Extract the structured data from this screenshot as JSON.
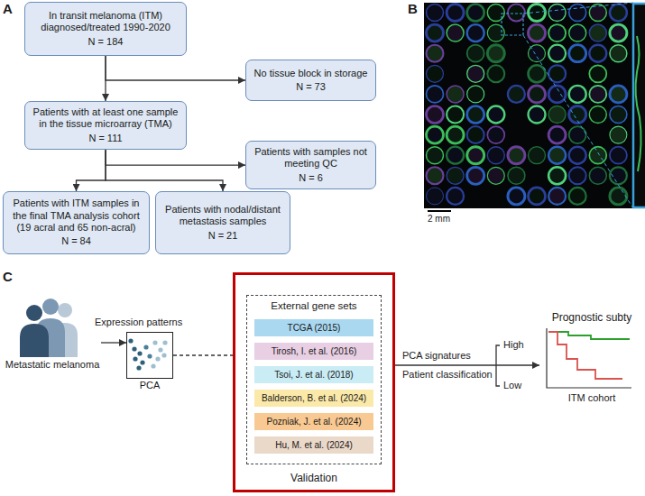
{
  "diagram": {
    "nodes": [
      {
        "text": [
          "In transit melanoma (ITM) diagnosed/treated 1990-2020",
          "N = 184"
        ]
      },
      {
        "text": [
          "No tissue block in storage",
          "N = 73"
        ]
      },
      {
        "text": [
          "Patients with at least one sample in the tissue microarray (TMA)",
          "N = 111"
        ]
      },
      {
        "text": [
          "Patients with samples not meeting QC",
          "N = 6"
        ]
      },
      {
        "text": [
          "Patients with ITM samples in the final TMA analysis cohort (19 acral and 65 non-acral)",
          "N = 84"
        ]
      },
      {
        "text": [
          "Patients with nodal/distant metastasis samples",
          "N = 21"
        ]
      },
      {
        "text": [
          "Metastatic melanoma"
        ]
      },
      {
        "text": [
          "PCA"
        ]
      },
      {
        "text": [
          "Validation"
        ]
      },
      {
        "text": [
          "External gene sets"
        ],
        "in": 8
      },
      {
        "text": [
          "TCGA (2015)"
        ],
        "in": 9
      },
      {
        "text": [
          "Tirosh, I. et al. (2016)"
        ],
        "in": 9
      },
      {
        "text": [
          "Tsoi, J. et al. (2018)"
        ],
        "in": 9
      },
      {
        "text": [
          "Balderson, B. et al. (2024)"
        ],
        "in": 9
      },
      {
        "text": [
          "Pozniak, J. et al. (2024)"
        ],
        "in": 9
      },
      {
        "text": [
          "Hu, M. et al. (2024)"
        ],
        "in": 9
      },
      {
        "text": [
          "Prognostic subty",
          "ITM cohort"
        ]
      }
    ],
    "edges": [
      {
        "from": 0,
        "to": 2,
        "arrow": "to"
      },
      {
        "from": 0,
        "to": 1,
        "arrow": "to"
      },
      {
        "from": 2,
        "to": 3,
        "arrow": "to"
      },
      {
        "from": 2,
        "to": 4,
        "arrow": "to"
      },
      {
        "from": 2,
        "to": 5,
        "arrow": "to"
      },
      {
        "from": 6,
        "to": 7,
        "label": "Expression patterns",
        "arrow": "to"
      },
      {
        "from": 7,
        "to": 8,
        "arrow": "none"
      },
      {
        "from": 8,
        "to": 16,
        "arrow": "to"
      }
    ],
    "labels": [
      "A",
      "B",
      "C",
      "2 mm",
      "PCA signatures",
      "Patient classification",
      "High",
      "Low"
    ]
  }
}
